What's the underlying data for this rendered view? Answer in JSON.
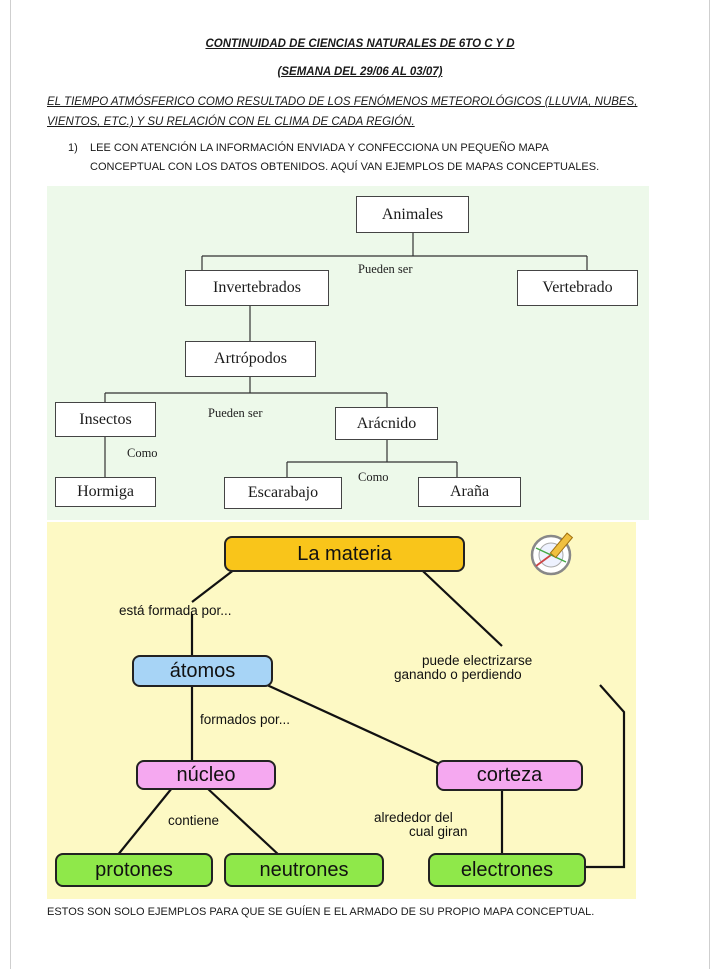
{
  "header": {
    "title": "CONTINUIDAD DE CIENCIAS NATURALES DE 6TO C Y D",
    "week": "(SEMANA DEL 29/06 AL 03/07)",
    "topic_line1": "EL TIEMPO ATMÓSFERICO COMO RESULTADO DE LOS FENÓMENOS METEOROLÓGICOS (LLUVIA, NUBES,",
    "topic_line2": "VIENTOS, ETC.) Y SU RELACIÓN CON EL CLIMA DE CADA REGIÓN."
  },
  "instruction": {
    "number": "1)",
    "line1": "LEE CON ATENCIÓN LA INFORMACIÓN ENVIADA Y CONFECCIONA UN PEQUEÑO MAPA",
    "line2": "CONCEPTUAL CON LOS DATOS OBTENIDOS. AQUÍ VAN EJEMPLOS DE MAPAS CONCEPTUALES."
  },
  "map_animals": {
    "root": "Animales",
    "link_pueden_ser": "Pueden ser",
    "invertebrados": "Invertebrados",
    "vertebrado": "Vertebrado",
    "artropodos": "Artrópodos",
    "insectos": "Insectos",
    "link_pueden_ser_2": "Pueden ser",
    "aracnido": "Arácnido",
    "link_como_1": "Como",
    "link_como_2": "Como",
    "hormiga": "Hormiga",
    "escarabajo": "Escarabajo",
    "arana": "Araña"
  },
  "map_matter": {
    "root": "La materia",
    "link_formada": "está formada por...",
    "atomos": "átomos",
    "link_electrizarse_1": "puede electrizarse",
    "link_electrizarse_2": "ganando o perdiendo",
    "link_formados": "formados por...",
    "nucleo": "núcleo",
    "corteza": "corteza",
    "link_contiene": "contiene",
    "link_alrededor_1": "alrededor del",
    "link_alrededor_2": "cual giran",
    "protones": "protones",
    "neutrones": "neutrones",
    "electrones": "electrones",
    "colors": {
      "root": "#f9c51a",
      "atomos": "#a7d4f6",
      "nucleo_corteza": "#f5a8f0",
      "leaves": "#8fe84a",
      "background": "#fdf9c4"
    }
  },
  "footer": "ESTOS SON SOLO EJEMPLOS PARA QUE SE GUÍEN E EL ARMADO DE SU PROPIO MAPA CONCEPTUAL."
}
